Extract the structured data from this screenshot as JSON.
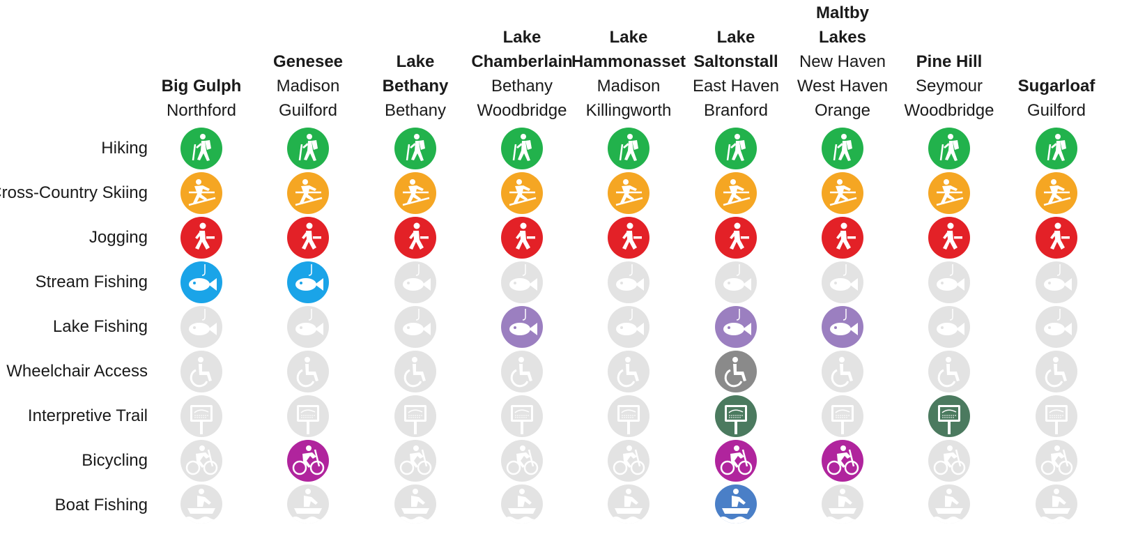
{
  "colors": {
    "inactive": "#e3e3e3",
    "hiking": "#22b24c",
    "skiing": "#f5a623",
    "jogging": "#e32127",
    "stream_fishing": "#1aa4e8",
    "lake_fishing": "#9b7fc0",
    "wheelchair": "#8a8a8a",
    "interpretive": "#4b7a5f",
    "bicycling": "#b0249d",
    "boat_fishing": "#4a7fc7"
  },
  "locations": [
    {
      "name": "Big Gulph",
      "towns": "Northford"
    },
    {
      "name": "Genesee",
      "towns": "Madison\nGuilford"
    },
    {
      "name": "Lake\nBethany",
      "towns": "Bethany"
    },
    {
      "name": "Lake\nChamberlain",
      "towns": "Bethany\nWoodbridge"
    },
    {
      "name": "Lake\nHammonasset",
      "towns": "Madison\nKillingworth"
    },
    {
      "name": "Lake\nSaltonstall",
      "towns": "East Haven\nBranford"
    },
    {
      "name": "Maltby\nLakes",
      "towns": "New Haven\nWest Haven\nOrange"
    },
    {
      "name": "Pine Hill",
      "towns": "Seymour\nWoodbridge"
    },
    {
      "name": "Sugarloaf",
      "towns": "Guilford"
    }
  ],
  "activities": [
    {
      "label": "Hiking",
      "icon": "hiker-icon",
      "color_key": "hiking",
      "available": [
        true,
        true,
        true,
        true,
        true,
        true,
        true,
        true,
        true
      ]
    },
    {
      "label": "Cross-Country Skiing",
      "icon": "skier-icon",
      "color_key": "skiing",
      "available": [
        true,
        true,
        true,
        true,
        true,
        true,
        true,
        true,
        true
      ]
    },
    {
      "label": "Jogging",
      "icon": "runner-icon",
      "color_key": "jogging",
      "available": [
        true,
        true,
        true,
        true,
        true,
        true,
        true,
        true,
        true
      ]
    },
    {
      "label": "Stream Fishing",
      "icon": "fish-icon",
      "color_key": "stream_fishing",
      "available": [
        true,
        true,
        false,
        false,
        false,
        false,
        false,
        false,
        false
      ]
    },
    {
      "label": "Lake Fishing",
      "icon": "fish-icon",
      "color_key": "lake_fishing",
      "available": [
        false,
        false,
        false,
        true,
        false,
        true,
        true,
        false,
        false
      ]
    },
    {
      "label": "Wheelchair Access",
      "icon": "wheelchair-icon",
      "color_key": "wheelchair",
      "available": [
        false,
        false,
        false,
        false,
        false,
        true,
        false,
        false,
        false
      ]
    },
    {
      "label": "Interpretive Trail",
      "icon": "sign-icon",
      "color_key": "interpretive",
      "available": [
        false,
        false,
        false,
        false,
        false,
        true,
        false,
        true,
        false
      ]
    },
    {
      "label": "Bicycling",
      "icon": "bicycle-icon",
      "color_key": "bicycling",
      "available": [
        false,
        true,
        false,
        false,
        false,
        true,
        true,
        false,
        false
      ]
    },
    {
      "label": "Boat Fishing",
      "icon": "rowboat-icon",
      "color_key": "boat_fishing",
      "available": [
        false,
        false,
        false,
        false,
        false,
        true,
        false,
        false,
        false
      ]
    }
  ]
}
